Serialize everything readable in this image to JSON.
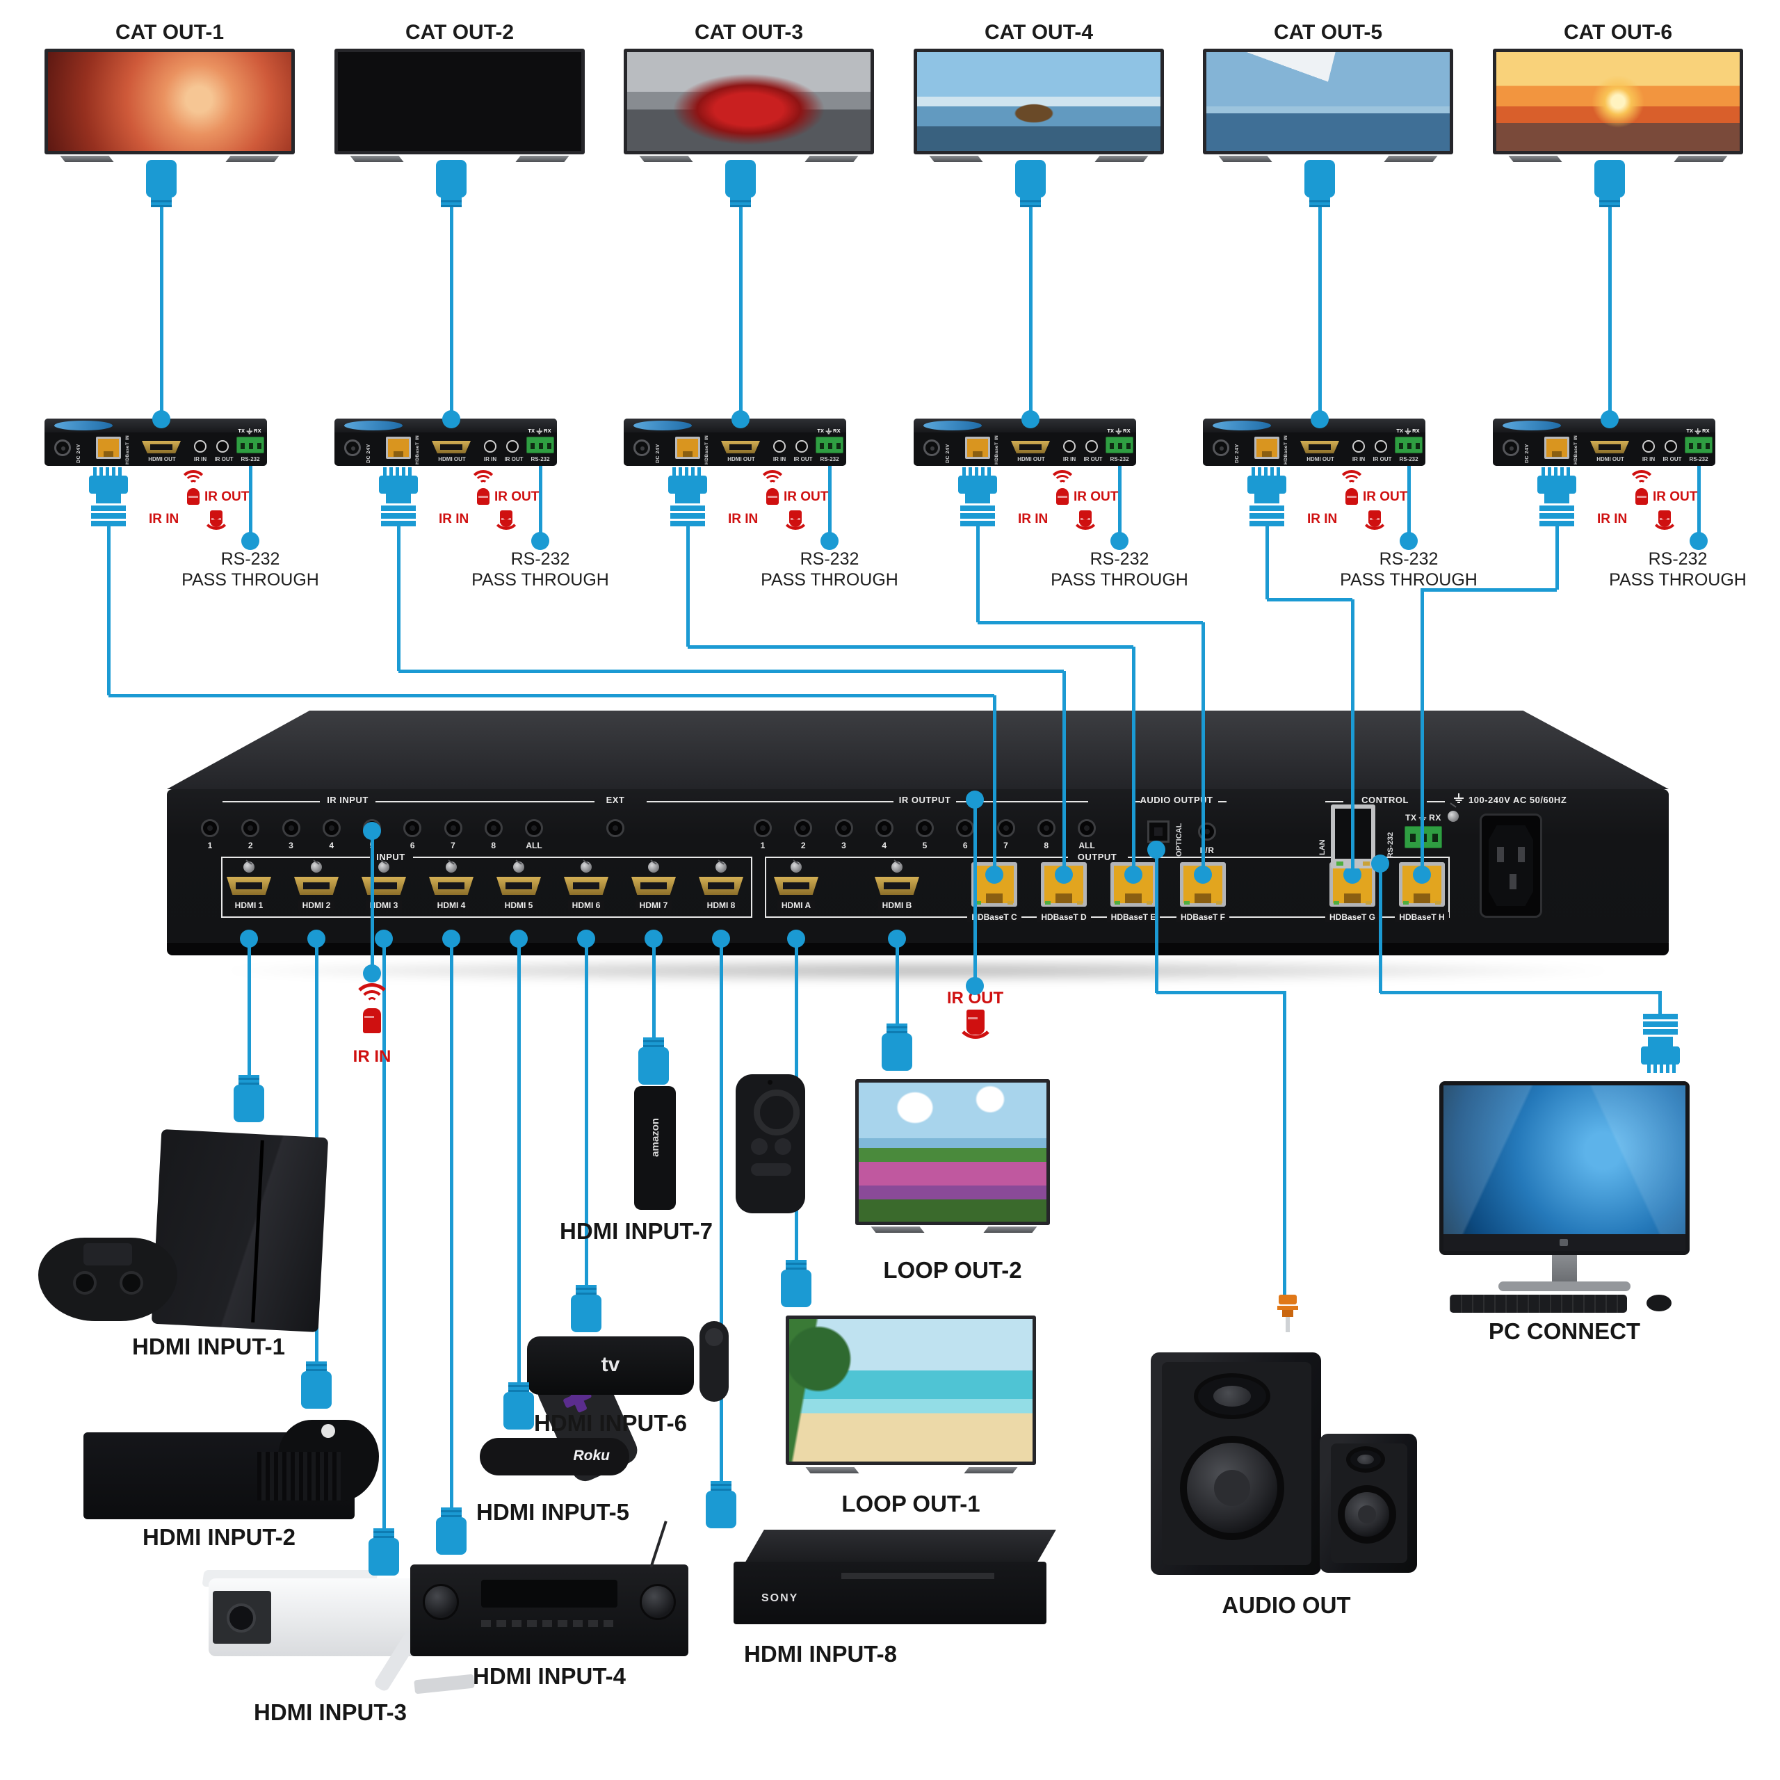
{
  "colors": {
    "wire": "#1b9ad3",
    "ir_red": "#cf1010",
    "hdmi_gold": "#c9a54b",
    "hdbaset_orange": "#e2a51f",
    "terminal_green": "#2f9e42",
    "rca_orange": "#e07818"
  },
  "cat_outputs": [
    {
      "label": "CAT OUT-1",
      "screen": "flower"
    },
    {
      "label": "CAT OUT-2",
      "screen": "cartoon"
    },
    {
      "label": "CAT OUT-3",
      "screen": "car"
    },
    {
      "label": "CAT OUT-4",
      "screen": "lake"
    },
    {
      "label": "CAT OUT-5",
      "screen": "fuji"
    },
    {
      "label": "CAT OUT-6",
      "screen": "sunset"
    }
  ],
  "receiver_panel": {
    "dc": "DC 24V",
    "hdbaset": "HDBaseT IN",
    "hdmi_out": "HDMI OUT",
    "ir_in": "IR IN",
    "ir_out": "IR OUT",
    "rs232": "RS-232",
    "tx": "TX",
    "rx": "RX",
    "ir_out_text": "IR OUT",
    "ir_in_text": "IR IN",
    "passthrough1": "RS-232",
    "passthrough2": "PASS THROUGH"
  },
  "matrix": {
    "ir_input_header": "IR INPUT",
    "ext_header": "EXT",
    "ir_output_header": "IR OUTPUT",
    "audio_header": "AUDIO OUTPUT",
    "control_header": "CONTROL",
    "power_rating": "100-240V AC 50/60HZ",
    "input_header": "INPUT",
    "output_header": "OUTPUT",
    "ir_input_jacks": [
      "1",
      "2",
      "3",
      "4",
      "5",
      "6",
      "7",
      "8",
      "ALL"
    ],
    "ir_output_jacks": [
      "1",
      "2",
      "3",
      "4",
      "5",
      "6",
      "7",
      "8",
      "ALL"
    ],
    "hdmi_inputs": [
      "HDMI 1",
      "HDMI 2",
      "HDMI 3",
      "HDMI 4",
      "HDMI 5",
      "HDMI 6",
      "HDMI 7",
      "HDMI 8"
    ],
    "hdmi_outputs": [
      "HDMI A",
      "HDMI B"
    ],
    "hdbaset_outputs": [
      "HDBaseT C",
      "HDBaseT D",
      "HDBaseT E",
      "HDBaseT F",
      "HDBaseT G",
      "HDBaseT H"
    ],
    "optical": "OPTICAL",
    "lr": "L/R",
    "lan": "LAN",
    "rs232": "RS-232",
    "tx": "TX",
    "rx": "RX",
    "ir_in_text": "IR IN",
    "ir_out_text": "IR OUT"
  },
  "sources": [
    {
      "label": "HDMI INPUT-1",
      "device": "ps4"
    },
    {
      "label": "HDMI INPUT-2",
      "device": "xbox"
    },
    {
      "label": "HDMI INPUT-3",
      "device": "camera"
    },
    {
      "label": "HDMI INPUT-4",
      "device": "av-receiver"
    },
    {
      "label": "HDMI INPUT-5",
      "device": "roku",
      "brand": "Roku"
    },
    {
      "label": "HDMI INPUT-6",
      "device": "apple-tv",
      "brand": "tv"
    },
    {
      "label": "HDMI INPUT-7",
      "device": "fire-stick",
      "brand": "amazon"
    },
    {
      "label": "HDMI INPUT-8",
      "device": "dvd-player",
      "brand": "SONY"
    }
  ],
  "loop_outs": [
    {
      "label": "LOOP OUT-1",
      "screen": "beach"
    },
    {
      "label": "LOOP OUT-2",
      "screen": "field"
    }
  ],
  "audio_out": {
    "label": "AUDIO OUT"
  },
  "pc": {
    "label": "PC CONNECT",
    "screen": "windows"
  }
}
